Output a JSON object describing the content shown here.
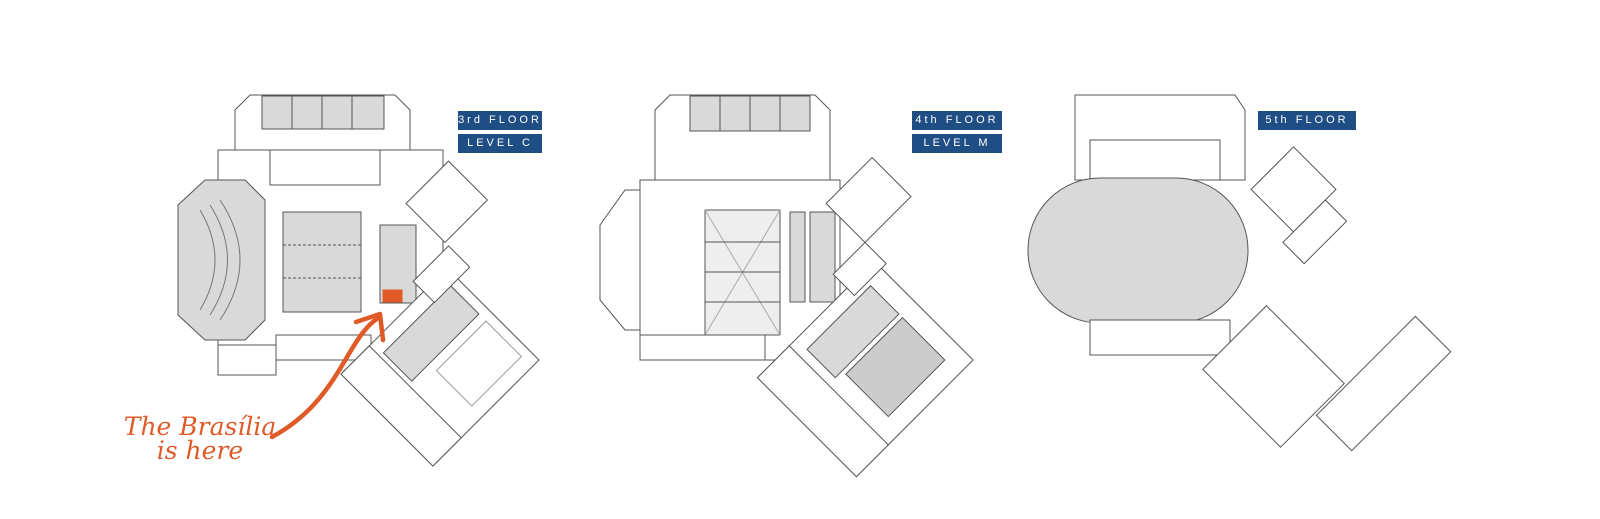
{
  "colors": {
    "label_bg": "#1f4e85",
    "highlight": "#e05a28",
    "room_fill": "#d9d9d9",
    "wall": "#555555"
  },
  "floors": [
    {
      "labels": [
        "3rd FLOOR",
        "LEVEL C"
      ]
    },
    {
      "labels": [
        "4th FLOOR",
        "LEVEL M"
      ]
    },
    {
      "labels": [
        "5th FLOOR"
      ]
    }
  ],
  "annotation": {
    "line1": "The Brasília",
    "line2": "is here"
  }
}
